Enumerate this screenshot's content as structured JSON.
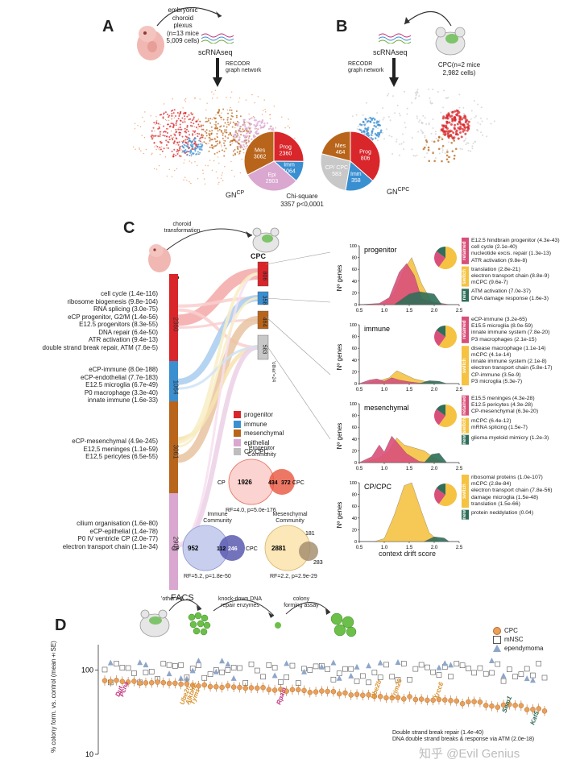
{
  "panelA": {
    "letter": "A",
    "source_lines": [
      "embryonic",
      "choroid",
      "plexus",
      "(n=13 mice",
      "5,009 cells)"
    ],
    "method": "scRNAseq",
    "network": [
      "RECODR",
      "graph network"
    ],
    "pie": [
      {
        "label": "Mes",
        "value": "3062",
        "color": "#b8651b"
      },
      {
        "label": "Prog",
        "value": "2360",
        "color": "#d9262b"
      },
      {
        "label": "Imm",
        "value": "1064",
        "color": "#3a8fd1"
      },
      {
        "label": "Epi",
        "value": "2903",
        "color": "#d9a7d0"
      }
    ],
    "graph_label": "GN",
    "graph_sup": "CP",
    "stat": [
      "Chi-square",
      "3357 p<0,0001"
    ]
  },
  "panelB": {
    "letter": "B",
    "source_lines": [
      "CPC(n=2 mice",
      "2,982 cells)"
    ],
    "method": "scRNAseq",
    "network": [
      "RECODR",
      "graph network"
    ],
    "pie": [
      {
        "label": "Mes",
        "value": "464",
        "color": "#b8651b"
      },
      {
        "label": "Prog",
        "value": "806",
        "color": "#d9262b"
      },
      {
        "label": "Imm",
        "value": "358",
        "color": "#3a8fd1"
      },
      {
        "label": "CP/ CPC",
        "value": "583",
        "color": "#c8c8c8"
      }
    ],
    "graph_label": "GN",
    "graph_sup": "CPC"
  },
  "panelC": {
    "letter": "C",
    "transform_label": [
      "choroid",
      "transformation"
    ],
    "cp_label": "CP",
    "cpc_label": "CPC",
    "cp_bars": [
      {
        "value": "2360",
        "color": "#d9262b",
        "terms": [
          "cell cycle (1.4e-116)",
          "ribosome biogenesis (9.8e-104)",
          "RNA splicing (3.0e-75)",
          "eCP progenitor, G2/M (1.4e-56)",
          "E12.5 progenitors (8.3e-55)",
          "DNA repair (6.4e-50)",
          "ATR activation (9.4e-13)",
          "double strand break repair, ATM (7.6e-5)"
        ]
      },
      {
        "value": "1064",
        "color": "#3a8fd1",
        "terms": [
          "eCP-immune (8.0e-188)",
          "eCP-endothelial (7.7e-183)",
          "E12.5 microglia (6.7e-49)",
          "P0 macrophage (3.3e-40)",
          "innate immune (1.6e-33)"
        ]
      },
      {
        "value": "3061",
        "color": "#b8651b",
        "terms": [
          "eCP-mesenchymal (4.9e-245)",
          "E12,5 meninges (1.1e-59)",
          "E12,5 pericytes (6.5e-55)"
        ]
      },
      {
        "value": "2903",
        "color": "#d9a7d0",
        "terms": [
          "cilium organisation (1.6e-80)",
          "eCP-epithelial (1.4e-78)",
          "P0 IV ventricle CP (2.0e-77)",
          "electron transport chain (1.1e-34)"
        ]
      }
    ],
    "other_left": "'other'=4",
    "cpc_bars": [
      {
        "value": "806",
        "color": "#d9262b"
      },
      {
        "value": "358",
        "color": "#3a8fd1"
      },
      {
        "value": "464",
        "color": "#b8651b"
      },
      {
        "value": "583",
        "color": "#c8c8c8"
      }
    ],
    "other_right": "'other'=24",
    "legend": [
      {
        "label": "progenitor",
        "color": "#d9262b"
      },
      {
        "label": "immune",
        "color": "#3a8fd1"
      },
      {
        "label": "mesenchymal",
        "color": "#b8651b"
      },
      {
        "label": "epithelial",
        "color": "#d9a7d0"
      },
      {
        "label": "CP/CPC",
        "color": "#bdbdbd"
      }
    ],
    "venns": [
      {
        "title": [
          "Progenitor",
          "Community"
        ],
        "left": "CP",
        "right": "CPC",
        "a": "1926",
        "ab": "434",
        "b": "372",
        "stat": "RF=4.0, p=5.0e-176",
        "colA": "#fbd3d0",
        "colB": "#e8553f"
      },
      {
        "title": [
          "Immune",
          "Community"
        ],
        "left": "CP",
        "right": "CPC",
        "a": "952",
        "ab": "112",
        "b": "246",
        "stat": "RF=5.2, p=1.8e-50",
        "colA": "#c8cfee",
        "colB": "#5b5bb0"
      },
      {
        "title": [
          "Mesenchymal",
          "Community"
        ],
        "left": "",
        "right": "",
        "a": "2881",
        "ab": "181",
        "b": "283",
        "stat": "RF=2.2, p=2.9e-29",
        "colA": "#fbe7b8",
        "colB": "#a08a6a"
      }
    ]
  },
  "drift": {
    "ylabel": "Nº genes",
    "xlabel": "context drift score",
    "xticks": [
      "0.5",
      "1.0",
      "1.5",
      "2.0",
      "2.5"
    ],
    "yticks": [
      "0",
      "20",
      "40",
      "60",
      "80",
      "100"
    ],
    "colors": {
      "retained": "#d94f7a",
      "switch": "#f5c242",
      "new": "#2f6e5a"
    },
    "categories": [
      {
        "title": "progenitor",
        "retained": [
          "E12.5 hindbrain progenitor (4.3e-43)",
          "cell cycle (2.1e-40)",
          "nucleotide excis. repair (1.3e-13)",
          "ATR activation (9.8e-8)"
        ],
        "switch": [
          "translation (2.8e-21)",
          "electron transport chain (8.8e-9)",
          "mCPC (9.6e-7)"
        ],
        "new": [
          "ATM activation (7.0e-37)",
          "DNA damage response (1.6e-3)"
        ]
      },
      {
        "title": "immune",
        "retained": [
          "eCP-immune (3.2e-65)",
          "E15.5 microglia (8.0e-59)",
          "innate immune system (7.8e-20)",
          "P3 macrophages (2.1e-15)"
        ],
        "switch": [
          "disease macrophage (1.1e-14)",
          "mCPC (4.1e-14)",
          "innate immune system (2.1e-8)",
          "electron transport chain (5.8e-17)",
          "CP-immune (3.5e-9)",
          "P3 microglia (5.3e-7)"
        ],
        "new": []
      },
      {
        "title": "mesenchymal",
        "retained": [
          "E15.5 meninges (4.3e-28)",
          "E12.5 pericytes (4.3e-28)",
          "CP-mesenchymal (6.3e-20)"
        ],
        "switch": [
          "mCPC (6.4e-12)",
          "mRNA splicing (1.5e-7)"
        ],
        "new": [
          "glioma myeloid mimicry (1.2e-3)"
        ]
      },
      {
        "title": "CP/CPC",
        "retained": [],
        "switch": [
          "ribosomal proteins (1.0e-107)",
          "mCPC (2.8e-84)",
          "electron transport chain (7.8e-56)",
          "damage microglia (1.5e-48)",
          "translation (1.5e-66)"
        ],
        "new": [
          "protein neddylation (0.04)"
        ]
      }
    ],
    "tags": {
      "retained": "retained",
      "switch": "switch",
      "new": "new"
    }
  },
  "panelD": {
    "letter": "D",
    "steps": [
      "FACS",
      "knock-down DNA repair enzymes",
      "colony forming assay"
    ],
    "ylabel": "% colony form. vs. control (mean±SE)",
    "yticks": [
      "100",
      "10"
    ],
    "legend": [
      {
        "label": "CPC",
        "color": "#e9a15a"
      },
      {
        "label": "mNSC",
        "color": "#ffffff"
      },
      {
        "label": "ependymoma",
        "color": "#8ea6c9"
      }
    ],
    "genes": [
      {
        "name": "Dut",
        "color": "#c0307a"
      },
      {
        "name": "Pcna",
        "color": "#c0307a"
      },
      {
        "name": "Ube2n",
        "color": "#d98f2a"
      },
      {
        "name": "Alkbh2-",
        "color": "#d98f2a"
      },
      {
        "name": "Tyms",
        "color": "#d98f2a"
      },
      {
        "name": "Rpain",
        "color": "#c0307a"
      },
      {
        "name": "Ube2b",
        "color": "#d98f2a"
      },
      {
        "name": "Trim28",
        "color": "#d98f2a"
      },
      {
        "name": "Xrcc6",
        "color": "#d98f2a"
      },
      {
        "name": "Sem1",
        "color": "#2f6e5a"
      },
      {
        "name": "Kat5",
        "color": "#2f6e5a"
      }
    ],
    "enrich": [
      "Double strand break repair (1.4e-40)",
      "DNA double strand breaks & response via ATM (2.0e-18)"
    ],
    "watermark": "知乎 @Evil Genius"
  }
}
